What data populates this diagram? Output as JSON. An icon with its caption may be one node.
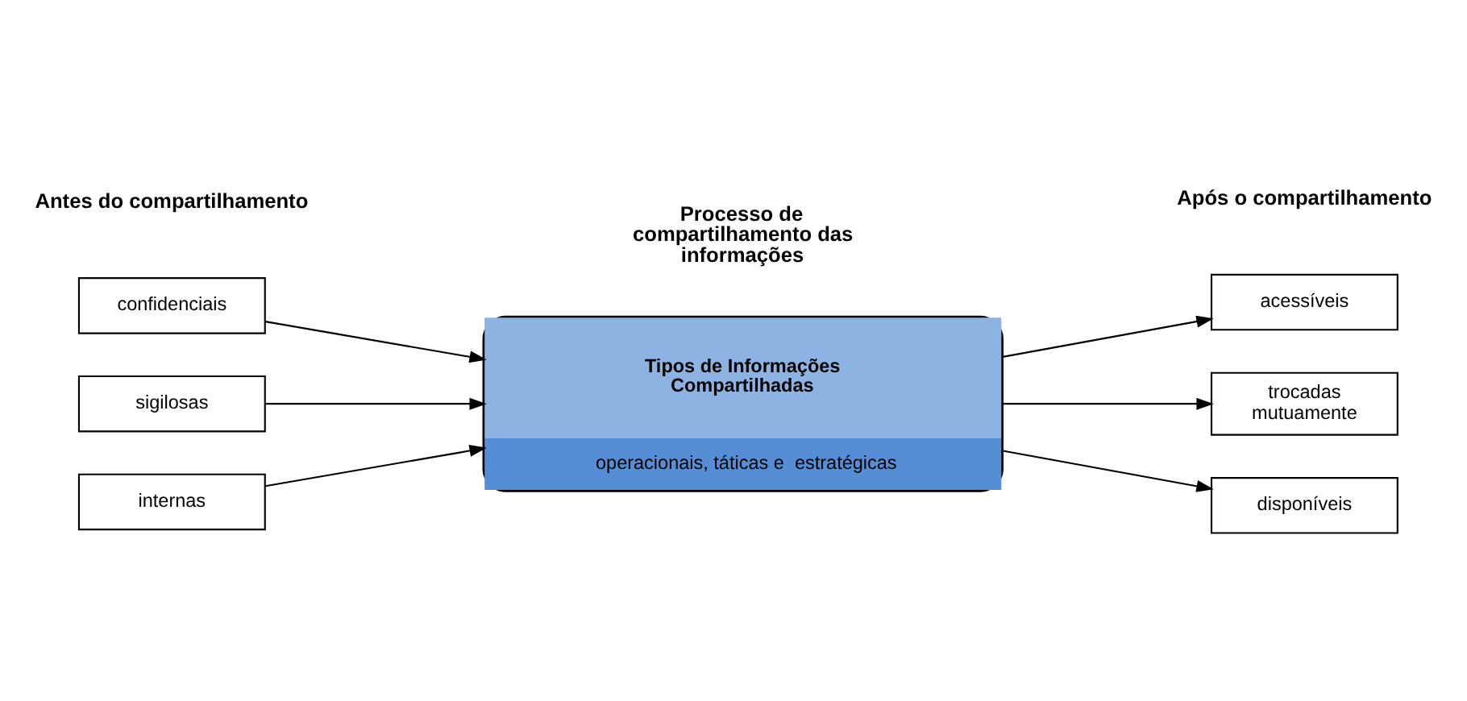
{
  "diagram": {
    "nodes": [
      {
        "text": [
          "confidenciais"
        ]
      },
      {
        "text": [
          "sigilosas"
        ]
      },
      {
        "text": [
          "internas"
        ]
      },
      {
        "text": [
          "Tipos de Informações Compartilhadas",
          "operacionais, táticas e  estratégicas"
        ]
      },
      {
        "text": [
          "acessíveis"
        ]
      },
      {
        "text": [
          "trocadas mutuamente"
        ]
      },
      {
        "text": [
          "disponíveis"
        ]
      }
    ],
    "edges": [
      {
        "from": 0,
        "to": 3,
        "arrow": "to"
      },
      {
        "from": 1,
        "to": 3,
        "arrow": "to"
      },
      {
        "from": 2,
        "to": 3,
        "arrow": "to"
      },
      {
        "from": 3,
        "to": 4,
        "arrow": "to"
      },
      {
        "from": 3,
        "to": 5,
        "arrow": "to"
      },
      {
        "from": 3,
        "to": 6,
        "arrow": "to"
      }
    ],
    "labels": [
      "Processo de compartilhamento das informações",
      "Antes do compartilhamento",
      "Após o compartilhamento"
    ]
  }
}
